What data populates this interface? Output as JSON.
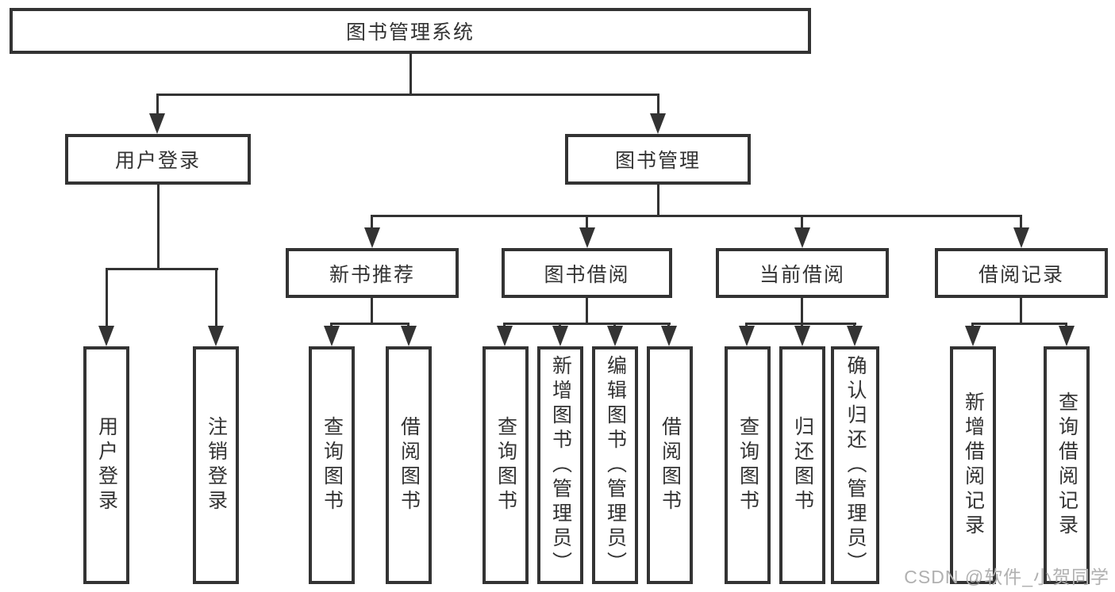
{
  "diagram": {
    "type": "tree",
    "orientation": "top-down",
    "colors": {
      "line": "#333333",
      "box_border": "#333333",
      "text": "#333333",
      "background": "#ffffff",
      "watermark_text_color": "#b0b0b0"
    },
    "root": {
      "label": "图书管理系统",
      "children": [
        {
          "label": "用户登录",
          "children": [
            {
              "label": "用户登录"
            },
            {
              "label": "注销登录"
            }
          ]
        },
        {
          "label": "图书管理",
          "children": [
            {
              "label": "新书推荐",
              "children": [
                {
                  "label": "查询图书"
                },
                {
                  "label": "借阅图书"
                }
              ]
            },
            {
              "label": "图书借阅",
              "children": [
                {
                  "label": "查询图书"
                },
                {
                  "label": "新增图书（管理员）"
                },
                {
                  "label": "编辑图书（管理员）"
                },
                {
                  "label": "借阅图书"
                }
              ]
            },
            {
              "label": "当前借阅",
              "children": [
                {
                  "label": "查询图书"
                },
                {
                  "label": "归还图书"
                },
                {
                  "label": "确认归还（管理员）"
                }
              ]
            },
            {
              "label": "借阅记录",
              "children": [
                {
                  "label": "新增借阅记录"
                },
                {
                  "label": "查询借阅记录"
                }
              ]
            }
          ]
        }
      ]
    },
    "watermark": {
      "text": "CSDN @软件_小贺同学"
    }
  }
}
